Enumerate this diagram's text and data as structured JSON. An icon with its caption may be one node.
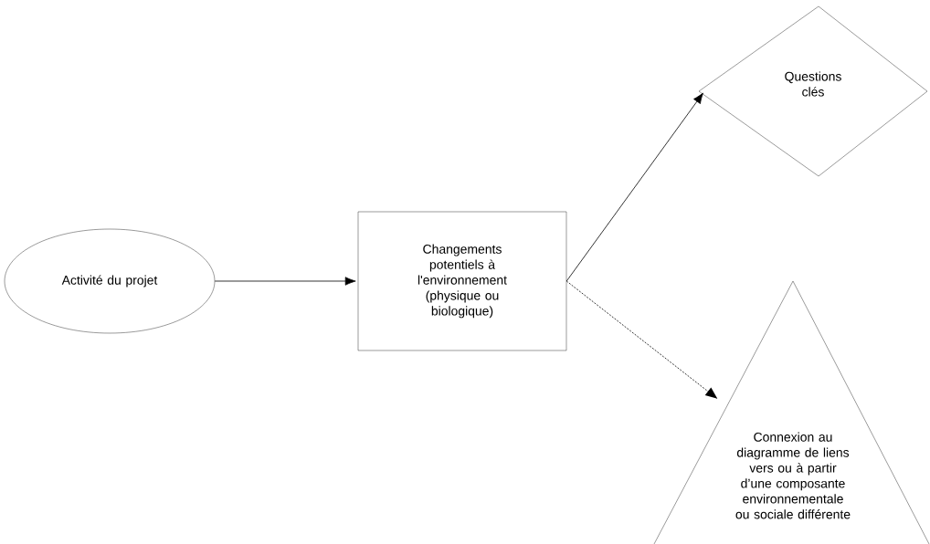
{
  "diagram": {
    "nodes": [
      {
        "text": [
          "Activité du projet"
        ]
      },
      {
        "text": [
          "Changements potentiels à l'environnement (physique ou biologique)"
        ]
      },
      {
        "text": [
          "Questions clés"
        ]
      },
      {
        "text": [
          "Connexion au diagramme de liens vers ou à partir d’une composante environnementale ou sociale différente"
        ]
      }
    ],
    "edges": [
      {
        "from": 0,
        "to": 1,
        "arrow": "to"
      },
      {
        "from": 1,
        "to": 2,
        "arrow": "to"
      },
      {
        "from": 1,
        "to": 3,
        "arrow": "to",
        "style": "dashed"
      }
    ]
  }
}
